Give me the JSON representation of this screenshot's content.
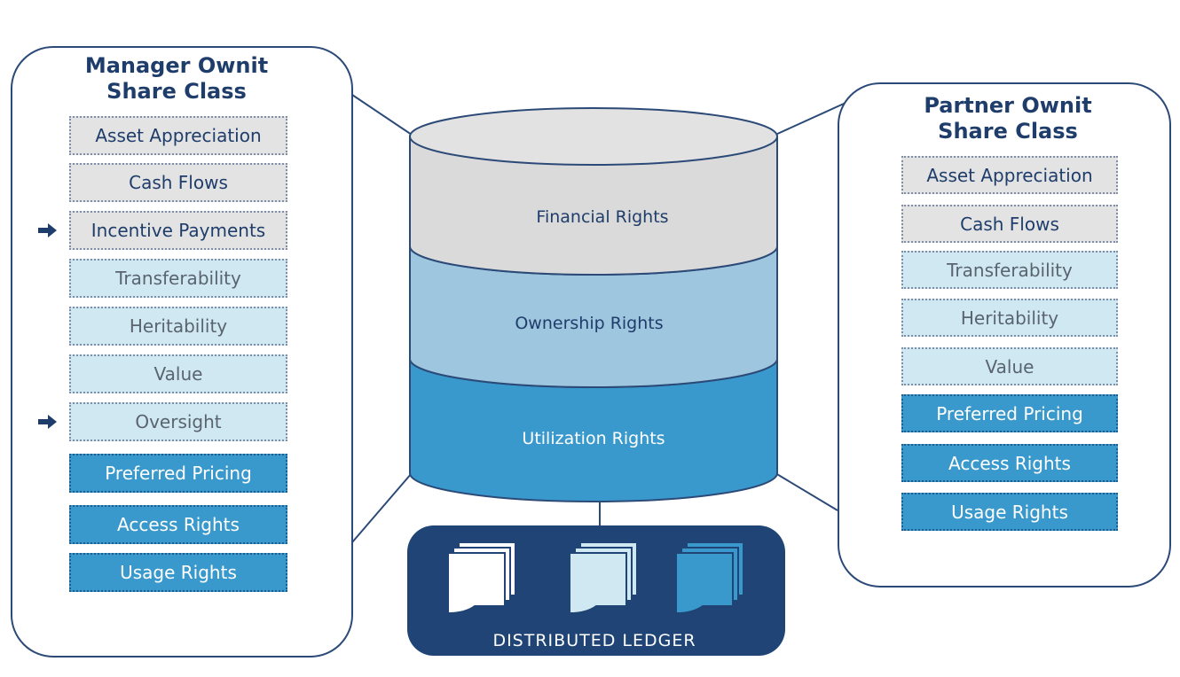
{
  "manager": {
    "title_line1": "Manager Ownit",
    "title_line2": "Share Class",
    "items": [
      {
        "label": "Asset Appreciation",
        "style": "grey",
        "arrow": false
      },
      {
        "label": "Cash Flows",
        "style": "grey",
        "arrow": false
      },
      {
        "label": "Incentive Payments",
        "style": "grey",
        "arrow": true
      },
      {
        "label": "Transferability",
        "style": "light",
        "arrow": false
      },
      {
        "label": "Heritability",
        "style": "light",
        "arrow": false
      },
      {
        "label": "Value",
        "style": "light",
        "arrow": false
      },
      {
        "label": "Oversight",
        "style": "light",
        "arrow": true
      },
      {
        "label": "Preferred Pricing",
        "style": "blue",
        "arrow": false
      },
      {
        "label": "Access Rights",
        "style": "blue",
        "arrow": false
      },
      {
        "label": "Usage Rights",
        "style": "blue",
        "arrow": false
      }
    ]
  },
  "partner": {
    "title_line1": "Partner Ownit",
    "title_line2": "Share Class",
    "items": [
      {
        "label": "Asset Appreciation",
        "style": "grey"
      },
      {
        "label": "Cash Flows",
        "style": "grey"
      },
      {
        "label": "Transferability",
        "style": "light"
      },
      {
        "label": "Heritability",
        "style": "light"
      },
      {
        "label": "Value",
        "style": "light"
      },
      {
        "label": "Preferred Pricing",
        "style": "blue"
      },
      {
        "label": "Access Rights",
        "style": "blue"
      },
      {
        "label": "Usage Rights",
        "style": "blue"
      }
    ]
  },
  "cylinder": {
    "financial": "Financial Rights",
    "ownership": "Ownership Rights",
    "utilization": "Utilization Rights"
  },
  "ledger": {
    "label": "DISTRIBUTED LEDGER",
    "icons": [
      "document-stack-white-icon",
      "document-stack-lightblue-icon",
      "document-stack-blue-icon"
    ]
  },
  "colors": {
    "navy": "#1f3d6b",
    "grey_fill": "#e3e3e3",
    "light_fill": "#cfe8f1",
    "blue_fill": "#3a99cc",
    "ledger_fill": "#1f4475"
  }
}
